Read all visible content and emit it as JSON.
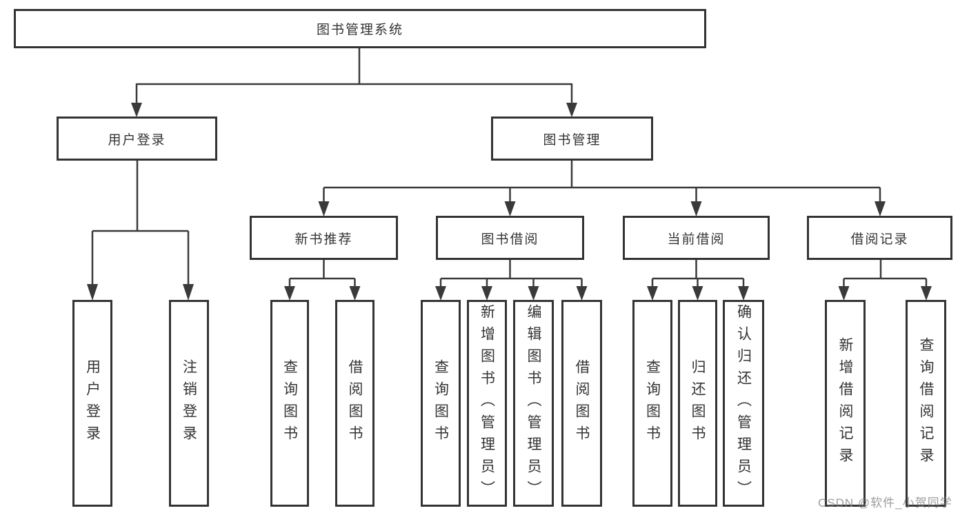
{
  "diagram": {
    "root": {
      "label": "图书管理系统"
    },
    "level2": [
      {
        "label": "用户登录"
      },
      {
        "label": "图书管理"
      }
    ],
    "level3": [
      {
        "label": "新书推荐",
        "parent": "图书管理"
      },
      {
        "label": "图书借阅",
        "parent": "图书管理"
      },
      {
        "label": "当前借阅",
        "parent": "图书管理"
      },
      {
        "label": "借阅记录",
        "parent": "图书管理"
      }
    ],
    "leaves": [
      {
        "label": "用户登录",
        "parent": "用户登录"
      },
      {
        "label": "注销登录",
        "parent": "用户登录"
      },
      {
        "label": "查询图书",
        "parent": "新书推荐"
      },
      {
        "label": "借阅图书",
        "parent": "新书推荐"
      },
      {
        "label": "查询图书",
        "parent": "图书借阅"
      },
      {
        "label": "新增图书（管理员）",
        "parent": "图书借阅"
      },
      {
        "label": "编辑图书（管理员）",
        "parent": "图书借阅"
      },
      {
        "label": "借阅图书",
        "parent": "图书借阅"
      },
      {
        "label": "查询图书",
        "parent": "当前借阅"
      },
      {
        "label": "归还图书",
        "parent": "当前借阅"
      },
      {
        "label": "确认归还（管理员）",
        "parent": "当前借阅"
      },
      {
        "label": "新增借阅记录",
        "parent": "借阅记录"
      },
      {
        "label": "查询借阅记录",
        "parent": "借阅记录"
      }
    ]
  },
  "watermark": {
    "text": "CSDN @软件_小贺同学"
  },
  "colors": {
    "line": "#3a3a3a",
    "border": "#333333",
    "text": "#333333",
    "background": "#ffffff",
    "watermark": "#808080"
  }
}
